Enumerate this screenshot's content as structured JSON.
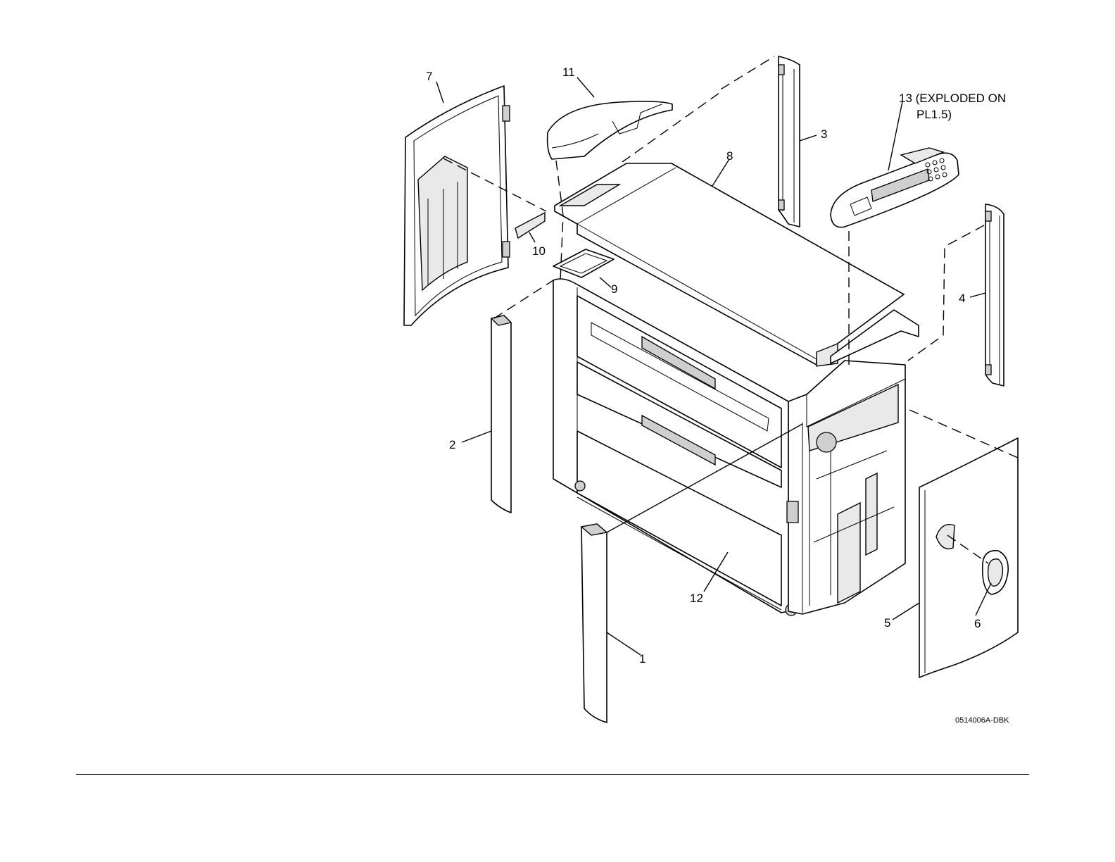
{
  "callouts": {
    "c1": "1",
    "c2": "2",
    "c3": "3",
    "c4": "4",
    "c5": "5",
    "c6": "6",
    "c7": "7",
    "c8": "8",
    "c9": "9",
    "c10": "10",
    "c11": "11",
    "c12": "12",
    "c13_line1": "13 (EXPLODED ON",
    "c13_line2": "PL1.5)"
  },
  "figure_code": "0514006A-DBK"
}
